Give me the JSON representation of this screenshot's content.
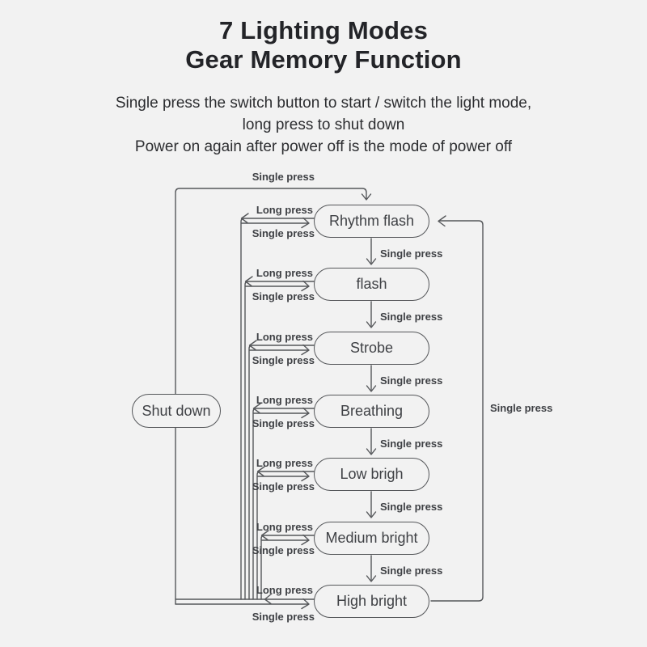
{
  "header": {
    "title_line1": "7 Lighting Modes",
    "title_line2": "Gear Memory Function",
    "subtitle_line1": "Single press the switch button to start / switch the light mode,",
    "subtitle_line2": "long press to shut down",
    "subtitle_line3": "Power on again after power off is the mode of power off"
  },
  "diagram": {
    "modes": [
      {
        "label": "Rhythm flash"
      },
      {
        "label": "flash"
      },
      {
        "label": "Strobe"
      },
      {
        "label": "Breathing"
      },
      {
        "label": "Low brigh"
      },
      {
        "label": "Medium bright"
      },
      {
        "label": "High bright"
      }
    ],
    "shutdown_label": "Shut down",
    "actions": {
      "single_press": "Single press",
      "long_press": "Long press"
    },
    "colors": {
      "background": "#f2f2f2",
      "line": "#55575a",
      "text": "#3f4145",
      "title": "#232428"
    }
  }
}
